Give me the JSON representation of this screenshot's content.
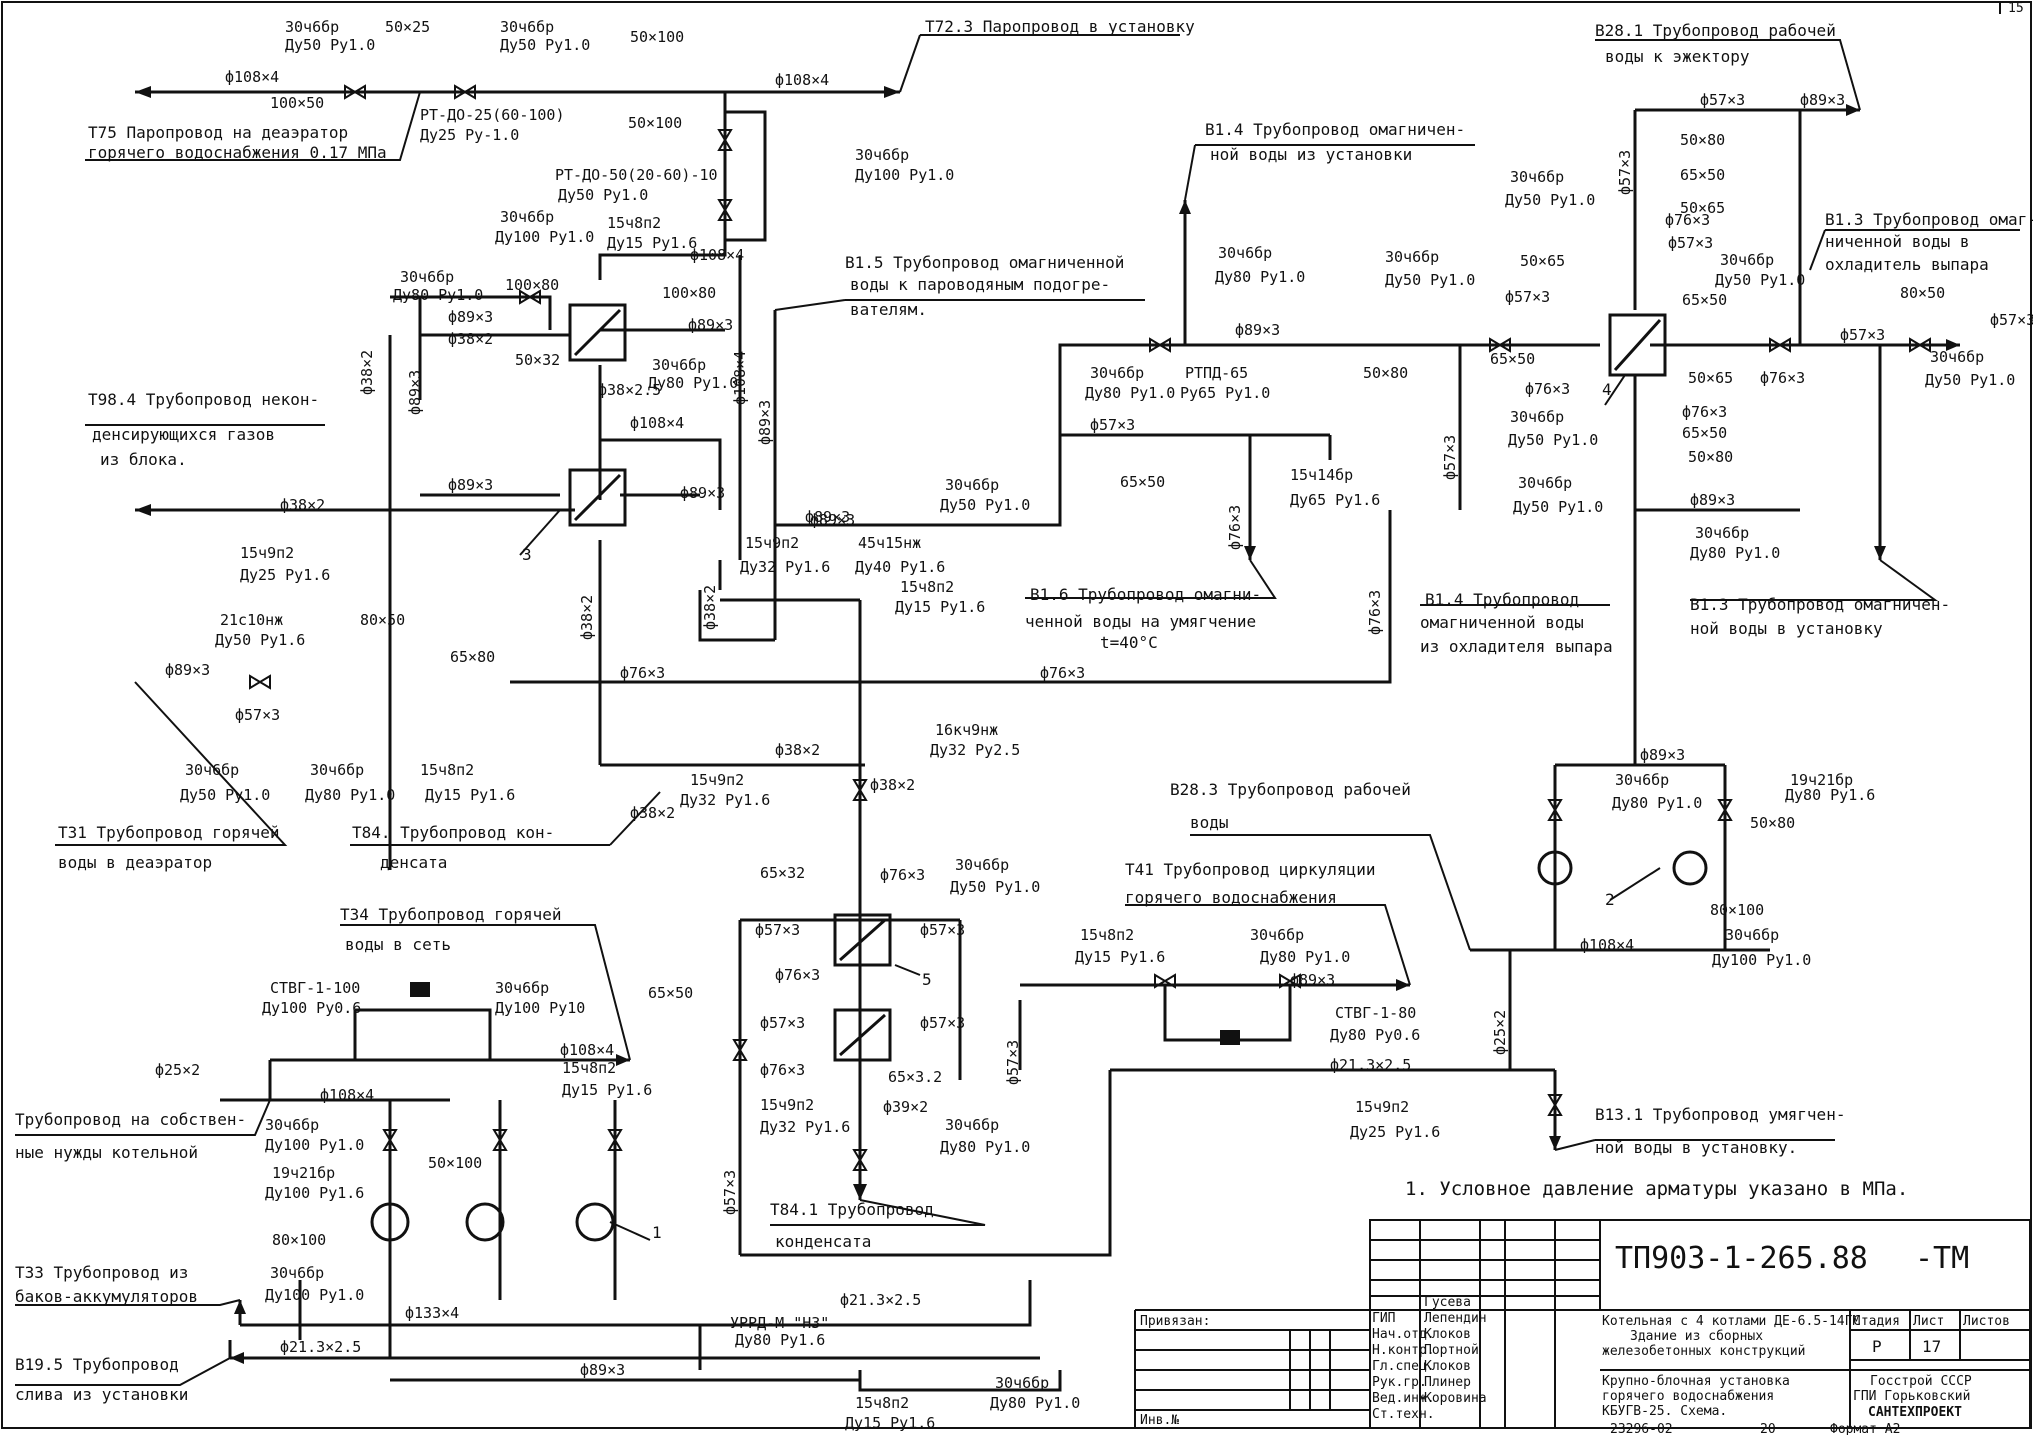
{
  "pipelines": {
    "t75": [
      "Т75 Паропровод на деаэратор",
      "горячего водоснабжения 0.17 МПа"
    ],
    "t723": "Т72.3 Паропровод в установку",
    "v281": [
      "В28.1 Трубопровод рабочей",
      "воды к эжектору"
    ],
    "v14a": [
      "В1.4 Трубопровод омагничен-",
      "ной воды из установки"
    ],
    "v13a": [
      "В1.3 Трубопровод омаг-",
      "ниченной воды в",
      "охладитель выпара"
    ],
    "v15": [
      "В1.5 Трубопровод омагниченной",
      "воды к пароводяным подогре-",
      "вателям."
    ],
    "t984": [
      "Т98.4 Трубопровод некон-",
      "денсирующихся газов",
      "из блока."
    ],
    "v16": [
      "В1.6 Трубопровод омагни-",
      "ченной воды на умягчение",
      "t=40°C"
    ],
    "v14b": [
      "В1.4 Трубопровод",
      "омагниченной воды",
      "из охладителя выпара"
    ],
    "v13b": [
      "В1.3 Трубопровод омагничен-",
      "ной воды в установку"
    ],
    "t31": [
      "Т31 Трубопровод горячей",
      "воды в деаэратор"
    ],
    "t84": [
      "Т84. Трубопровод кон-",
      "денсата"
    ],
    "v283": [
      "В28.3 Трубопровод рабочей",
      "воды"
    ],
    "t41": [
      "Т41 Трубопровод циркуляции",
      "горячего водоснабжения"
    ],
    "t34": [
      "Т34 Трубопровод горячей",
      "воды в сеть"
    ],
    "own": [
      "Трубопровод на собствен-",
      "ные нужды котельной"
    ],
    "v131": [
      "В13.1 Трубопровод умягчен-",
      "ной воды в установку."
    ],
    "t841": [
      "Т84.1 Трубопровод",
      "конденсата"
    ],
    "t33": [
      "Т33 Трубопровод из",
      "баков-аккумуляторов"
    ],
    "v195": [
      "В19.5 Трубопровод",
      "слива из установки"
    ]
  },
  "components": {
    "v30_50_a": [
      "30ч6бр",
      "Ду50 Ру1.0"
    ],
    "r50x25": "50×25",
    "v30_50_b": [
      "30ч6бр",
      "Ду50 Ру1.0"
    ],
    "r50x100_top": "50×100",
    "r100x50": "100×50",
    "rtdo25": [
      "РТ-ДО-25(60-100)",
      "Ду25 Ру-1.0"
    ],
    "r50x100_b": "50×100",
    "rtdo50": [
      "РТ-ДО-50(20-60)-10",
      "Ду50 Ру1.0"
    ],
    "v30_100": [
      "30ч6бр",
      "Ду100 Ру1.0"
    ],
    "v30_100_left": [
      "30ч6бр",
      "Ду100 Ру1.0"
    ],
    "v15_2": [
      "15ч8п2",
      "Ду15 Ру1.6"
    ],
    "v30_80_l": [
      "30ч6бр",
      "Ду80 Ру1.0"
    ],
    "r100x80_l": "100×80",
    "r100x80_r": "100×80",
    "r50x32": "50×32",
    "v30_80_mid": [
      "30ч6бр",
      "Ду80 Ру1.0"
    ],
    "v15_9_25": [
      "15ч9п2",
      "Ду25 Ру1.6"
    ],
    "v15_9_32": [
      "15ч9п2",
      "Ду32 Ру1.6"
    ],
    "v45_15": [
      "45ч15нж",
      "Ду40 Ру1.6"
    ],
    "v15_8_15b": [
      "15ч8п2",
      "Ду15 Ру1.6"
    ],
    "v21_10": [
      "21с10нж",
      "Ду50 Ру1.6"
    ],
    "r80x50": "80×50",
    "r65x80": "65×80",
    "v30_50_c": [
      "30ч6бр",
      "Ду50 Ру1.0"
    ],
    "v30_80_c": [
      "30ч6бр",
      "Ду80 Ру1.0"
    ],
    "v15_8_c": [
      "15ч8п2",
      "Ду15 Ру1.6"
    ],
    "v16_9": [
      "16кч9нж",
      "Ду32 Ру2.5"
    ],
    "v15_9_32b": [
      "15ч9п2",
      "Ду32 Ру1.6"
    ],
    "r65x32": "65×32",
    "v30_50_d": [
      "30ч6бр",
      "Ду50 Ру1.0"
    ],
    "r65x50_l": "65×50",
    "r65x3_2": "65×3.2",
    "v15_9_32c": [
      "15ч9п2",
      "Ду32 Ру1.6"
    ],
    "v30_80_d": [
      "30ч6бр",
      "Ду80 Ру1.0"
    ],
    "v30_80_e": [
      "30ч6бр",
      "Ду80 Ру1.0"
    ],
    "rtpd": [
      "РТПД-65",
      "Ру65 Ру1.0"
    ],
    "v30_50_e": [
      "30ч6бр",
      "Ду50 Ру1.0"
    ],
    "r65x50_m": "65×50",
    "v15_4": [
      "15ч14бр",
      "Ду65 Ру1.6"
    ],
    "v30_80_f": [
      "30ч6бр",
      "Ду80 Ру1.0"
    ],
    "r50x80_m": "50×80",
    "v30_50_f": [
      "30ч6бр",
      "Ду50 Ру1.0"
    ],
    "r50x65_a": "50×65",
    "r65x50_a": "65×50",
    "v30_50_g": [
      "30ч6бр",
      "Ду50 Ру1.0"
    ],
    "v30_50_h": [
      "30ч6бр",
      "Ду50 Ру1.0"
    ],
    "r50x80_r": "50×80",
    "r65x50_r": "65×50",
    "r50x65_r": "50×65",
    "v30_50_i": [
      "30ч6бр",
      "Ду50 Ру1.0"
    ],
    "r65x50_r2": "65×50",
    "r50x65_r2": "50×65",
    "r65x50_r3": "65×50",
    "r50x80_r2": "50×80",
    "v30_80_r": [
      "30ч6бр",
      "Ду80 Ру1.0"
    ],
    "r80x50_r": "80×50",
    "v30_50_rr": [
      "30ч6бр",
      "Ду50 Ру1.0"
    ],
    "v30_80_p": [
      "30ч6бр",
      "Ду80 Ру1.0"
    ],
    "v19_21": [
      "19ч21бр",
      "Ду80 Ру1.6"
    ],
    "r50x80_p": "50×80",
    "r80x100_p": "80×100",
    "v30_100_p": [
      "30ч6бр",
      "Ду100 Ру1.0"
    ],
    "v15_8_t41": [
      "15ч8п2",
      "Ду15 Ру1.6"
    ],
    "v30_80_t41": [
      "30ч6бр",
      "Ду80 Ру1.0"
    ],
    "stvg80": [
      "СТВГ-1-80",
      "Ду80 Ру0.6"
    ],
    "stvg100": [
      "СТВГ-1-100",
      "Ду100 Ру0.6"
    ],
    "v30_100_s": [
      "30ч6бр",
      "Ду100 Ру10"
    ],
    "v15_8_s": [
      "15ч8п2",
      "Ду15 Ру1.6"
    ],
    "v30_100_k": [
      "30ч6бр",
      "Ду100 Ру1.0"
    ],
    "v19_k": [
      "19ч21бр",
      "Ду100 Ру1.6"
    ],
    "r50x100_k": "50×100",
    "r80x100_k": "80×100",
    "v30_100_k2": [
      "30ч6бр",
      "Ду100 Ру1.0"
    ],
    "v15_9_v131": [
      "15ч9п2",
      "Ду25 Ру1.6"
    ],
    "urrd": [
      "УРРД-М \"НЗ\"",
      "Ду80 Ру1.6"
    ],
    "v15_8_bot": [
      "15ч8п2",
      "Ду15 Ру1.6"
    ],
    "v30_80_bot": [
      "30ч6бр",
      "Ду80 Ру1.0"
    ]
  },
  "pipe_sizes": {
    "d108_a": "ф108×4",
    "d108_b": "ф108×4",
    "d108_c": "ф108×4",
    "d108_d": "ф108×4",
    "d89_a": "ф89×3",
    "d38_a": "ф38×2",
    "d38_b": "ф38×2",
    "d38_c": "ф38×2.5",
    "d108_e": "ф108×4",
    "d89_b": "ф89×3",
    "d89_c": "ф89×3",
    "d89_d": "ф89×3",
    "d89_e": "ф89×3",
    "d38_d": "ф38×2",
    "d38_e": "ф38×2",
    "d89_f": "ф89×3",
    "d89_g": "ф89×3",
    "d57_a": "ф57×3",
    "d76_a": "ф76×3",
    "d76_b": "ф76×3",
    "d38_f": "ф38×2",
    "d38_g": "ф38×2",
    "d38_h": "ф38×2",
    "d38_i": "ф38×2",
    "d76_c": "ф76×3",
    "d57_b": "ф57×3",
    "d76_d": "ф76×3",
    "d57_c": "ф57×3",
    "d76_e": "ф76×3",
    "d57_d": "ф57×3",
    "d57_e": "ф57×3",
    "d76_f": "ф76×3",
    "d39_2": "ф39×2",
    "d57_f": "ф57×3",
    "d57_g": "ф57×3",
    "d89_h": "ф89×3",
    "d57_h": "ф57×3",
    "d76_g": "ф76×3",
    "d57_i": "ф57×3",
    "d76_h": "ф76×3",
    "d57_j": "ф57×3",
    "d57_k": "ф57×3",
    "d89_i": "ф89×3",
    "d57_l": "ф57×3",
    "d76_i": "ф76×3",
    "d57_m": "ф57×3",
    "d76_j": "ф76×3",
    "d76_k": "ф76×3",
    "d89_j": "ф89×3",
    "d89_k": "ф89×3",
    "d57_n": "ф57×3",
    "d89_l": "ф89×3",
    "d89_m": "ф89×3",
    "d108_f": "ф108×4",
    "d25_2": "ф25×2",
    "d89_n": "ф89×3",
    "d21_a": "ф21.3×2.5",
    "d25_b": "ф25×2",
    "d108_g": "ф108×4",
    "d108_h": "ф108×4",
    "d133": "ф133×4",
    "d21_b": "ф21.3×2.5",
    "d21_c": "ф21.3×2.5",
    "d89_o": "ф89×3",
    "d57_o": "ф57×3",
    "d57_p": "ф57×3"
  },
  "markers": {
    "m1": "1",
    "m2": "2",
    "m3": "3",
    "m4": "4",
    "m5": "5"
  },
  "note": "1. Условное давление арматуры указано в МПа.",
  "title_block": {
    "drawing_code": "ТП903-1-265.88",
    "suffix": "-ТМ",
    "attached": "Привязан:",
    "inv": "Инв.№",
    "roles": [
      "ГИП",
      "Нач.отд.",
      "Н.контр.",
      "Гл.спец.",
      "Рук.гр.",
      "Вед.инж.",
      "Ст.техн."
    ],
    "names": [
      "Гусева",
      "Лепендин",
      "Клоков",
      "Портной",
      "Клоков",
      "Плинер",
      "Коровина"
    ],
    "desc1": [
      "Котельная с 4 котлами ДЕ-6.5-14ГМ",
      "Здание из сборных",
      "железобетонных конструкций"
    ],
    "desc2": [
      "Крупно-блочная установка",
      "горячего водоснабжения",
      "КБУГВ-25. Схема."
    ],
    "stage_h": "Стадия",
    "sheet_h": "Лист",
    "sheets_h": "Листов",
    "stage": "Р",
    "sheet": "17",
    "org": [
      "Госстрой СССР",
      "ГПИ Горьковский",
      "САНТЕХПРОЕКТ"
    ],
    "bottom_num": "23296-02",
    "bottom_page": "20",
    "format": "Формат А2",
    "corner": "15"
  }
}
